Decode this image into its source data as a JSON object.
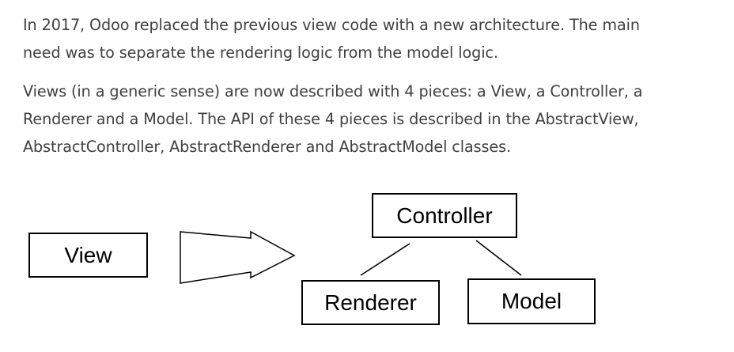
{
  "paragraphs": [
    {
      "lines": [
        "In 2017, Odoo replaced the previous view code with a new architecture. The main",
        "need was to separate the rendering logic from the model logic."
      ]
    },
    {
      "lines": [
        "Views (in a generic sense) are now described with 4 pieces: a View, a Controller, a",
        "Renderer and a Model. The API of these 4 pieces is described in the AbstractView,",
        "AbstractController, AbstractRenderer and AbstractModel classes."
      ]
    }
  ],
  "diagram": {
    "view_label": "View",
    "controller_label": "Controller",
    "renderer_label": "Renderer",
    "model_label": "Model",
    "line_color": "#000000"
  }
}
